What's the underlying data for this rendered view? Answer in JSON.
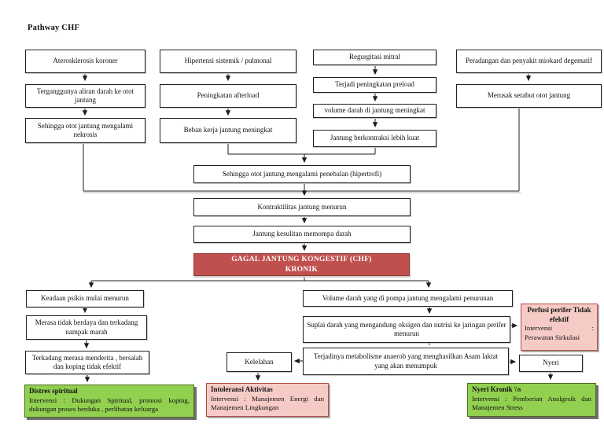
{
  "page_title": "Pathway CHF",
  "colors": {
    "chf_fill": "#C0504D",
    "green_fill": "#92D050",
    "pink_fill": "#F6CBC6"
  },
  "diagram": {
    "nodes": {
      "aterosklerosis": "Aterosklerosis koroner",
      "terganggu_aliran": "Terganggunya aliran darah ke otot jantung",
      "nekrosis": "Sehingga otot jantung mengalami nekrosis",
      "hipertensi": "Hipertensi sistemik / pulmonal",
      "afterload": "Peningkatan afterload",
      "beban_kerja": "Beban kerja jantung meningkat",
      "regurgitasi": "Regurgitasi mitral",
      "preload": "Terjadi peningkatan preload",
      "volume_jantung": "volume darah di jantung meningkat",
      "kontraksi_kuat": "Jantung berkontraksi lebih kuat",
      "peradangan": "Peradangan dan penyakit miokard degematif",
      "merusak_serabut": "Merusak serabut otot jantung",
      "hipertrofi": "Sehingga otot jantung mengalami penebalan (hipertrofi)",
      "kontraktilitas": "Kontraktilitas jantung menurun",
      "kesulitan_memompa": "Jantung kesulitan memompa darah",
      "chf": {
        "line1": "GAGAL JANTUNG KONGESTIF (CHF)",
        "line2": "KRONIK"
      },
      "keadaan_psikis": "Keadaan psikis mulai menurun",
      "tidak_berdaya": "Merasa tidak berdaya dan terkadang nampak marah",
      "koping": "Terkadang merasa menderita , bersalah dan koping tidak efektif",
      "volume_pompa": "Volume darah yang di pompa jantung mengalami penurunan",
      "suplai_darah": "Suplai darah yang mengandung oksigen dan nutrisi ke jaringan perifer menurun",
      "metabolisme": "Terjadinya metabolisme anaerob yang menghasilkan Asam laktat yang akan menumpuk",
      "kelelahan": "Kelelahan",
      "nyeri": "Nyeri",
      "distres": {
        "title": "Distres spiritual",
        "body": "Intervensi : Dukungan Spiritual, promosi koping, dukungan proses berduka , perlibatan keluarga"
      },
      "perfusi": {
        "title": "Perfusi perifer Tidak efektif",
        "intervensi": "Intervensi",
        "colon": ":",
        "body": "Perawatan Sirkulasi"
      },
      "intoleransi": {
        "title": "Intoleransi Aktivitas",
        "body": "Intervensi : Manajemen Energi dan Manajemen Lingkungan"
      },
      "nyeri_kronik": {
        "title": "Nyeri Kronik \\\\s",
        "body": "Intervensi : Pemberian Analgesik dan Manajemen Stress"
      }
    }
  }
}
